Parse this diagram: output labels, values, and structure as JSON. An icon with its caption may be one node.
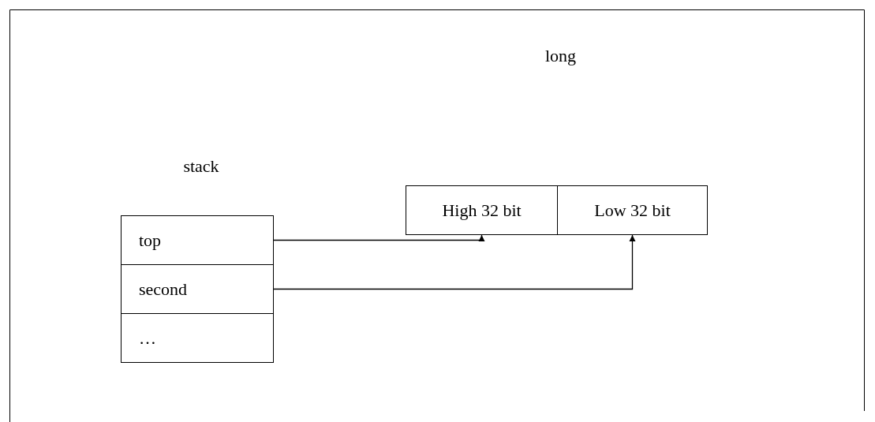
{
  "diagram": {
    "nodes": [
      {
        "text": [
          "stack"
        ]
      },
      {
        "text": [
          "long"
        ]
      },
      {
        "text": [
          "top"
        ],
        "in": 0
      },
      {
        "text": [
          "second"
        ],
        "in": 0
      },
      {
        "text": [
          "…"
        ],
        "in": 0
      },
      {
        "text": [
          "High 32 bit"
        ],
        "in": 1
      },
      {
        "text": [
          "Low 32 bit"
        ],
        "in": 1
      }
    ],
    "edges": [
      {
        "from": 2,
        "to": 5,
        "arrow": "to"
      },
      {
        "from": 3,
        "to": 6,
        "arrow": "to"
      }
    ]
  }
}
